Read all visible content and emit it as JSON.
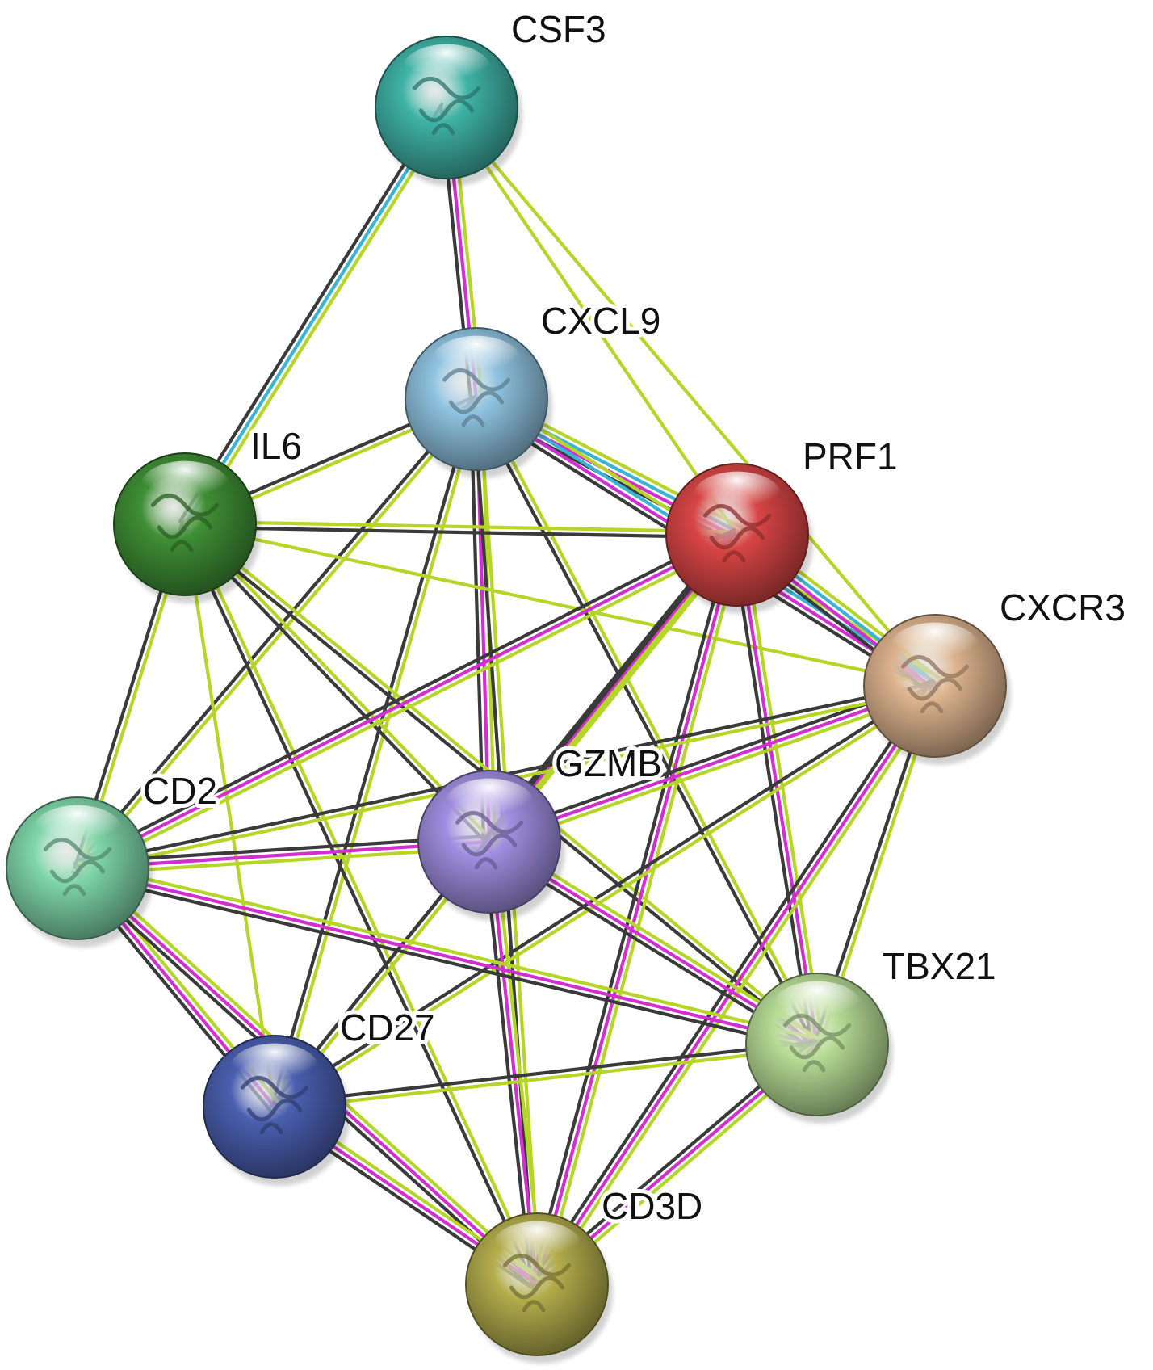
{
  "network": {
    "nodes": [
      {
        "id": "CSF3",
        "label": "CSF3",
        "color": "#3fb3a6"
      },
      {
        "id": "CXCL9",
        "label": "CXCL9",
        "color": "#8fc3e0"
      },
      {
        "id": "IL6",
        "label": "IL6",
        "color": "#3f8f35"
      },
      {
        "id": "PRF1",
        "label": "PRF1",
        "color": "#d84545"
      },
      {
        "id": "CXCR3",
        "label": "CXCR3",
        "color": "#dcb38d"
      },
      {
        "id": "GZMB",
        "label": "GZMB",
        "color": "#9f8ee0"
      },
      {
        "id": "CD2",
        "label": "CD2",
        "color": "#7fd6a9"
      },
      {
        "id": "TBX21",
        "label": "TBX21",
        "color": "#b6dc95"
      },
      {
        "id": "CD27",
        "label": "CD27",
        "color": "#4a5fb0"
      },
      {
        "id": "CD3D",
        "label": "CD3D",
        "color": "#b3ad4c"
      }
    ],
    "edges": [
      {
        "source": "CSF3",
        "target": "IL6",
        "evidence": [
          "textmining",
          "database",
          "coexpression"
        ]
      },
      {
        "source": "CSF3",
        "target": "CXCL9",
        "evidence": [
          "textmining",
          "experimental",
          "coexpression"
        ]
      },
      {
        "source": "CSF3",
        "target": "PRF1",
        "evidence": [
          "textmining"
        ]
      },
      {
        "source": "CSF3",
        "target": "CXCR3",
        "evidence": [
          "textmining"
        ]
      },
      {
        "source": "CXCL9",
        "target": "IL6",
        "evidence": [
          "textmining",
          "coexpression"
        ]
      },
      {
        "source": "CXCL9",
        "target": "PRF1",
        "evidence": [
          "textmining",
          "database",
          "experimental",
          "coexpression"
        ]
      },
      {
        "source": "CXCL9",
        "target": "CXCR3",
        "evidence": [
          "textmining",
          "database",
          "experimental",
          "coexpression"
        ]
      },
      {
        "source": "CXCL9",
        "target": "GZMB",
        "evidence": [
          "textmining",
          "experimental",
          "coexpression"
        ]
      },
      {
        "source": "CXCL9",
        "target": "CD2",
        "evidence": [
          "textmining",
          "coexpression"
        ]
      },
      {
        "source": "CXCL9",
        "target": "TBX21",
        "evidence": [
          "textmining",
          "coexpression"
        ]
      },
      {
        "source": "CXCL9",
        "target": "CD27",
        "evidence": [
          "textmining",
          "coexpression"
        ]
      },
      {
        "source": "CXCL9",
        "target": "CD3D",
        "evidence": [
          "textmining",
          "coexpression"
        ]
      },
      {
        "source": "IL6",
        "target": "PRF1",
        "evidence": [
          "textmining",
          "coexpression"
        ]
      },
      {
        "source": "IL6",
        "target": "CXCR3",
        "evidence": [
          "textmining"
        ]
      },
      {
        "source": "IL6",
        "target": "GZMB",
        "evidence": [
          "textmining",
          "coexpression"
        ]
      },
      {
        "source": "IL6",
        "target": "CD2",
        "evidence": [
          "textmining",
          "coexpression"
        ]
      },
      {
        "source": "IL6",
        "target": "TBX21",
        "evidence": [
          "textmining",
          "coexpression"
        ]
      },
      {
        "source": "IL6",
        "target": "CD27",
        "evidence": [
          "textmining"
        ]
      },
      {
        "source": "IL6",
        "target": "CD3D",
        "evidence": [
          "textmining",
          "coexpression"
        ]
      },
      {
        "source": "PRF1",
        "target": "CXCR3",
        "evidence": [
          "textmining",
          "database",
          "experimental",
          "coexpression"
        ]
      },
      {
        "source": "PRF1",
        "target": "GZMB",
        "evidence": [
          "textmining",
          "experimental",
          "coexpression"
        ]
      },
      {
        "source": "PRF1",
        "target": "CD2",
        "evidence": [
          "textmining",
          "experimental",
          "coexpression"
        ]
      },
      {
        "source": "PRF1",
        "target": "TBX21",
        "evidence": [
          "textmining",
          "experimental",
          "coexpression"
        ]
      },
      {
        "source": "PRF1",
        "target": "CD27",
        "evidence": [
          "textmining",
          "coexpression"
        ]
      },
      {
        "source": "PRF1",
        "target": "CD3D",
        "evidence": [
          "textmining",
          "experimental",
          "coexpression"
        ]
      },
      {
        "source": "CXCR3",
        "target": "GZMB",
        "evidence": [
          "textmining",
          "experimental",
          "coexpression"
        ]
      },
      {
        "source": "CXCR3",
        "target": "CD2",
        "evidence": [
          "textmining",
          "coexpression"
        ]
      },
      {
        "source": "CXCR3",
        "target": "TBX21",
        "evidence": [
          "textmining",
          "coexpression"
        ]
      },
      {
        "source": "CXCR3",
        "target": "CD27",
        "evidence": [
          "textmining",
          "coexpression"
        ]
      },
      {
        "source": "CXCR3",
        "target": "CD3D",
        "evidence": [
          "textmining",
          "experimental",
          "coexpression"
        ]
      },
      {
        "source": "GZMB",
        "target": "CD2",
        "evidence": [
          "textmining",
          "experimental",
          "coexpression"
        ]
      },
      {
        "source": "GZMB",
        "target": "TBX21",
        "evidence": [
          "textmining",
          "experimental",
          "coexpression"
        ]
      },
      {
        "source": "GZMB",
        "target": "CD27",
        "evidence": [
          "textmining",
          "coexpression"
        ]
      },
      {
        "source": "GZMB",
        "target": "CD3D",
        "evidence": [
          "textmining",
          "experimental",
          "coexpression"
        ]
      },
      {
        "source": "CD2",
        "target": "TBX21",
        "evidence": [
          "textmining",
          "experimental",
          "coexpression"
        ]
      },
      {
        "source": "CD2",
        "target": "CD27",
        "evidence": [
          "textmining",
          "experimental",
          "coexpression"
        ]
      },
      {
        "source": "CD2",
        "target": "CD3D",
        "evidence": [
          "textmining",
          "experimental",
          "coexpression"
        ]
      },
      {
        "source": "TBX21",
        "target": "CD27",
        "evidence": [
          "textmining",
          "coexpression"
        ]
      },
      {
        "source": "TBX21",
        "target": "CD3D",
        "evidence": [
          "textmining",
          "experimental",
          "coexpression"
        ]
      },
      {
        "source": "CD27",
        "target": "CD3D",
        "evidence": [
          "textmining",
          "experimental",
          "coexpression"
        ]
      }
    ],
    "evidence_colors": {
      "textmining": "#b5d628",
      "database": "#39b3d6",
      "experimental": "#d22fd2",
      "coexpression": "#3a3a3a"
    }
  }
}
